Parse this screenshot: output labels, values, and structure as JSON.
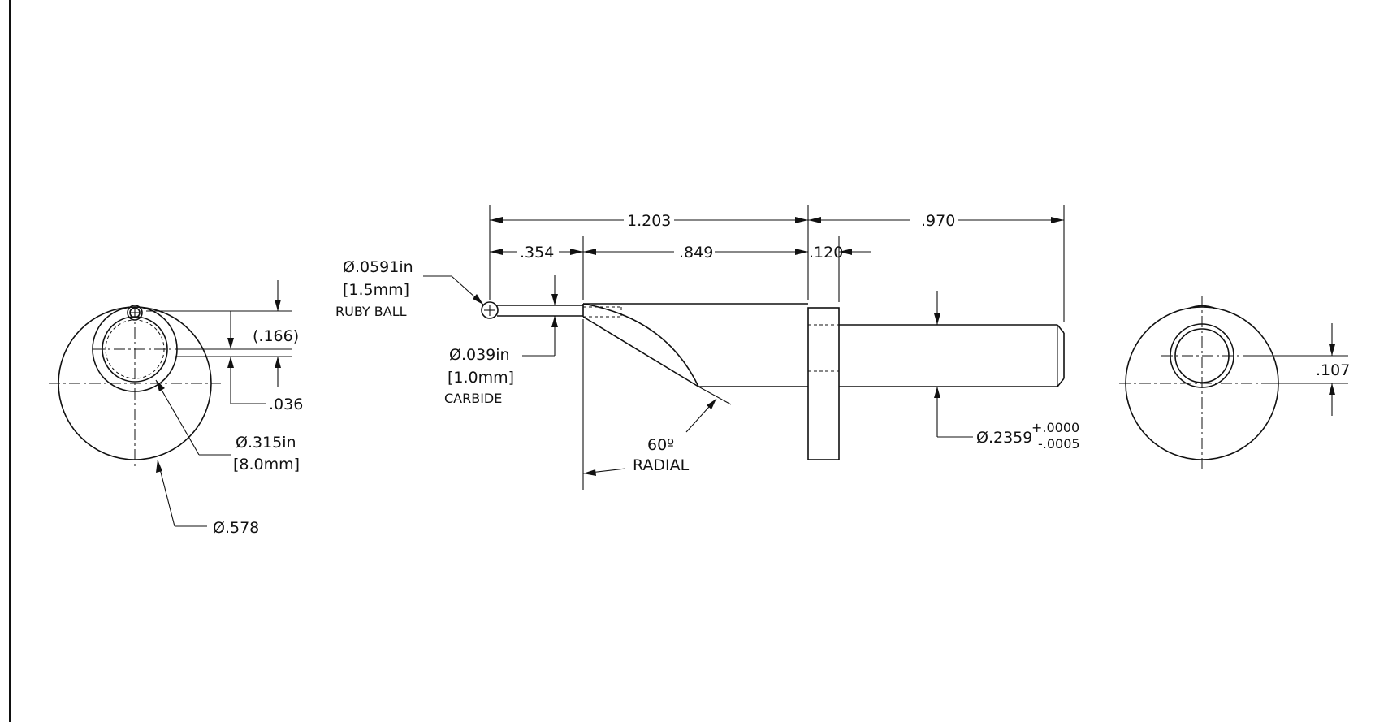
{
  "dimensions": {
    "overall_tip_to_flange": "1.203",
    "shank_length": ".970",
    "stylus_length": ".354",
    "body_length": ".849",
    "flange_thickness": ".120",
    "ball_diameter_in": "Ø.0591in",
    "ball_diameter_mm": "[1.5mm]",
    "ball_material": "RUBY BALL",
    "stem_diameter_in": "Ø.039in",
    "stem_diameter_mm": "[1.0mm]",
    "stem_material": "CARBIDE",
    "radial_angle": "60º",
    "radial_label": "RADIAL",
    "shank_diameter": "Ø.2359",
    "shank_tol_plus": "+.0000",
    "shank_tol_minus": "-.0005",
    "left_offset": "(.166)",
    "left_small_offset": ".036",
    "body_diameter_in": "Ø.315in",
    "body_diameter_mm": "[8.0mm]",
    "flange_diameter": "Ø.578",
    "right_offset": ".107"
  }
}
